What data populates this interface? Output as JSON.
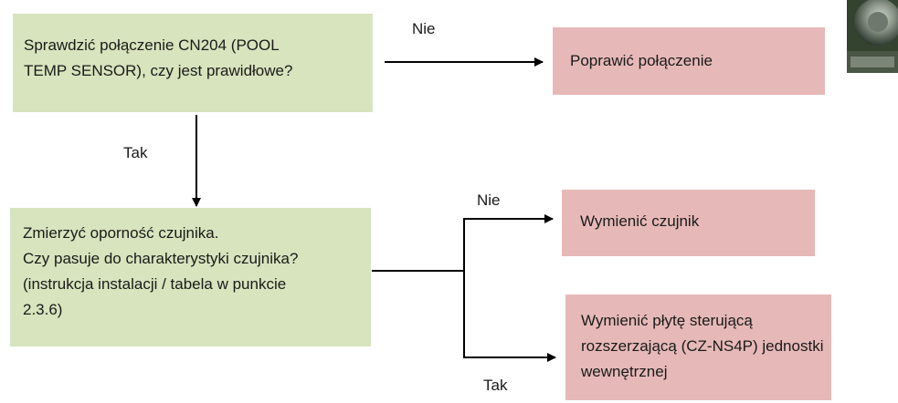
{
  "nodes": {
    "check_connection": {
      "lines": [
        "Sprawdzić połączenie CN204 (POOL",
        "TEMP SENSOR), czy jest prawidłowe?"
      ]
    },
    "fix_connection": {
      "lines": [
        "Poprawić połączenie"
      ]
    },
    "measure_resistance": {
      "lines": [
        "Zmierzyć oporność czujnika.",
        "Czy pasuje do charakterystyki czujnika?",
        "(instrukcja instalacji / tabela w punkcie",
        "2.3.6)"
      ]
    },
    "replace_sensor": {
      "lines": [
        "Wymienić czujnik"
      ]
    },
    "replace_board": {
      "lines": [
        "Wymienić płytę sterującą",
        "rozszerzającą (CZ-NS4P) jednostki",
        "wewnętrznej"
      ]
    }
  },
  "edges": {
    "check_no": "Nie",
    "check_yes": "Tak",
    "measure_no": "Nie",
    "measure_yes": "Tak"
  },
  "colors": {
    "decision_fill": "#d7e4bd",
    "action_fill": "#e6b9b8",
    "line": "#000000"
  }
}
